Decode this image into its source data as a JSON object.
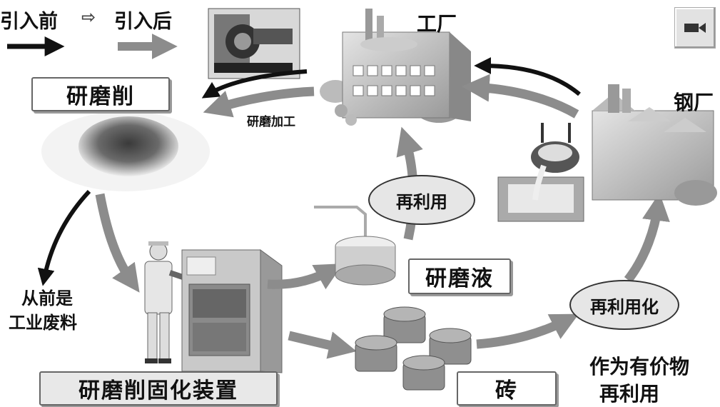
{
  "legend": {
    "before": "引入前",
    "arrow_symbol": "⇨",
    "after": "引入后"
  },
  "labels": {
    "factory": "工厂",
    "steel_mill": "钢厂",
    "grinding_process": "研磨加工",
    "past_line1": "从前是",
    "past_line2": "工业废料",
    "valuable_line1": "作为有价物",
    "valuable_line2": "再利用"
  },
  "boxes": {
    "grinding_sludge": "研磨削",
    "solidification_device": "研磨削固化装置",
    "grinding_fluid": "研磨液",
    "brick": "砖"
  },
  "ellipses": {
    "reuse": "再利用",
    "reuse_conversion": "再利用化"
  },
  "icons": {
    "corner_button": "video-camera-icon"
  },
  "colors": {
    "black_arrow": "#111111",
    "grey_arrow": "#8c8c8c",
    "ellipse_fill": "#e6e6e6"
  }
}
